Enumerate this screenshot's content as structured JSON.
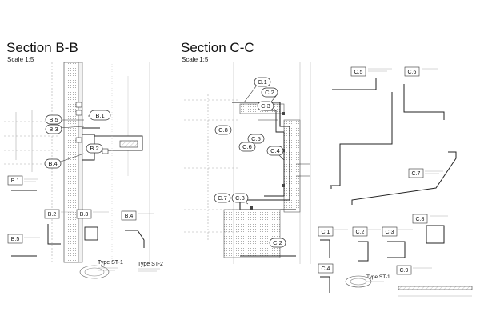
{
  "sections": [
    {
      "title": "Section B-B",
      "scale": "Scale 1:5"
    },
    {
      "title": "Section C-C",
      "scale": "Scale 1:5"
    }
  ],
  "callouts": {
    "B1": "B.1",
    "B2": "B.2",
    "B3": "B.3",
    "B4": "B.4",
    "B5": "B.5",
    "C1": "C.1",
    "C2": "C.2",
    "C3": "C.3",
    "C4": "C.4",
    "C5": "C.5",
    "C6": "C.6",
    "C7": "C.7",
    "C8": "C.8",
    "C9": "C.9"
  },
  "types": {
    "st1": "Type ST-1",
    "st2": "Type ST-2"
  }
}
